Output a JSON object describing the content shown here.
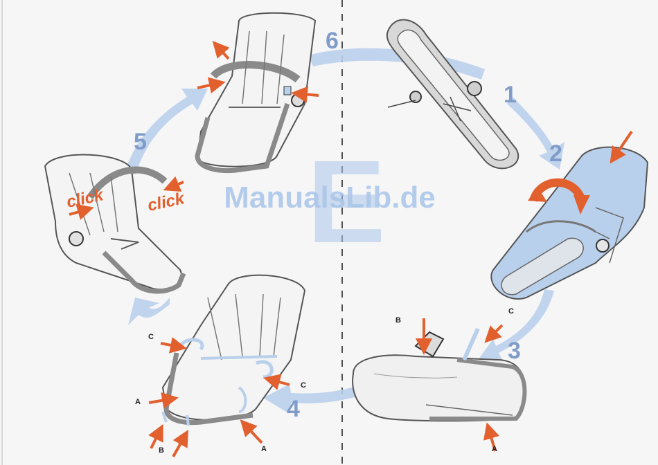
{
  "watermark": "ManualsLib.de",
  "section_letter": "E",
  "steps": [
    "1",
    "2",
    "3",
    "4",
    "5",
    "6"
  ],
  "click_labels": [
    "click",
    "click"
  ],
  "callouts": {
    "a_left": "A",
    "a_right": "A",
    "a_bottom": "A",
    "b_left": "B",
    "b_right": "B",
    "c_left": "C",
    "c_mid": "C",
    "c_right": "C"
  },
  "colors": {
    "arrow_orange": "#e2602e",
    "flow_blue": "#b9d0ec",
    "frame_grey": "#9a9a9a",
    "step_number": "#7f9dc8",
    "watermark_blue": "#a9c5e9"
  }
}
